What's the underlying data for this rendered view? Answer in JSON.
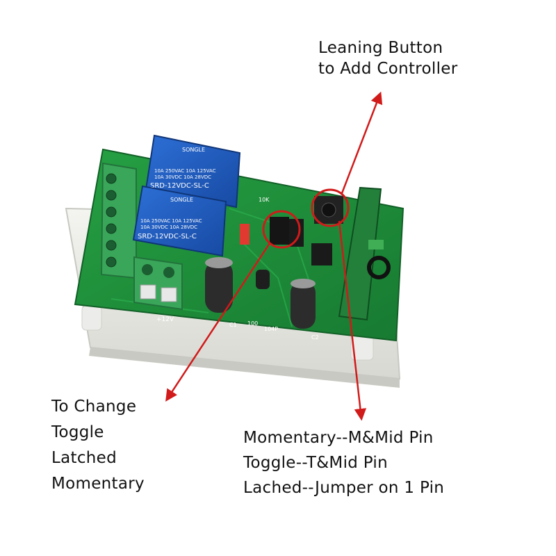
{
  "annotations": {
    "learn_button": [
      "Leaning Button",
      "to Add Controller"
    ],
    "mode_change": [
      "To Change",
      "Toggle",
      "Latched",
      "Momentary"
    ],
    "pin_modes": [
      "Momentary--M&Mid Pin",
      "Toggle--T&Mid Pin",
      "Lached--Jumper on 1 Pin"
    ]
  },
  "relay_labels": {
    "brand": "SONGLE",
    "rating_1": "10A 250VAC  10A 125VAC",
    "rating_2": "10A  30VDC  10A  28VDC",
    "model": "SRD-12VDC-SL-C"
  },
  "board_labels": {
    "supply": "+12V",
    "c1": "C1",
    "c2": "C2",
    "r100": "100",
    "cap104": "104P",
    "r10k": "10K"
  },
  "colors": {
    "pcb": "#1f8f3a",
    "relay": "#1e56b8",
    "terminal": "#3aa65a",
    "case": "#e9e9e4",
    "arrow": "#d11a1a"
  }
}
